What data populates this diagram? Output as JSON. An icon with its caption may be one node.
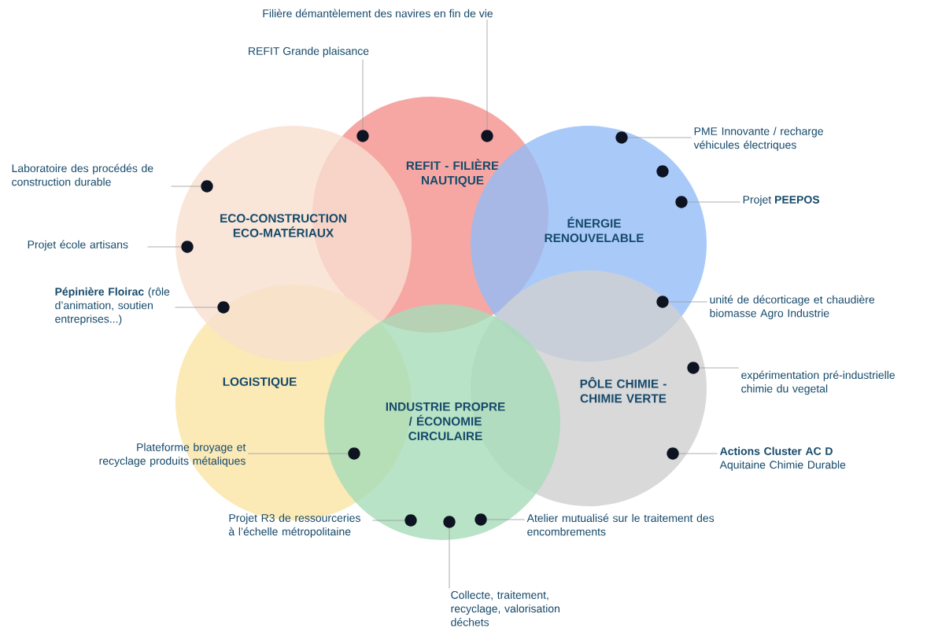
{
  "diagram": {
    "nodes": [
      {
        "text": [
          "ECO-CONSTRUCTION ECO-MATÉRIAUX"
        ]
      },
      {
        "text": [
          "REFIT - FILIÈRE NAUTIQUE"
        ]
      },
      {
        "text": [
          "ÉNERGIE RENOUVELABLE"
        ]
      },
      {
        "text": [
          "LOGISTIQUE"
        ]
      },
      {
        "text": [
          "INDUSTRIE PROPRE / ÉCONOMIE CIRCULAIRE"
        ]
      },
      {
        "text": [
          "PÔLE CHIMIE - CHIMIE VERTE"
        ]
      },
      {
        "text": [
          "Filière démantèlement des navires en fin de vie"
        ]
      },
      {
        "text": [],
        "shape": "circle",
        "in": 1
      },
      {
        "text": [
          "REFIT Grande plaisance"
        ]
      },
      {
        "text": [],
        "shape": "circle",
        "in": 1
      },
      {
        "text": [
          "Laboratoire des procédés de construction durable"
        ]
      },
      {
        "text": [],
        "shape": "circle",
        "in": 0
      },
      {
        "text": [
          "Projet école artisans"
        ]
      },
      {
        "text": [],
        "shape": "circle",
        "in": 0
      },
      {
        "text": [
          "**Pépinière Floirac** (rôle d’animation, soutien entreprises...)"
        ]
      },
      {
        "text": [],
        "shape": "circle",
        "in": 0
      },
      {
        "text": [
          "PME Innovante / recharge véhicules électriques"
        ]
      },
      {
        "text": [],
        "shape": "circle",
        "in": 2
      },
      {
        "text": [],
        "shape": "circle",
        "in": 2
      },
      {
        "text": [
          "Projet **PEEPOS**"
        ]
      },
      {
        "text": [],
        "shape": "circle",
        "in": 2
      },
      {
        "text": [
          "unité de décorticage et chaudière biomasse Agro Industrie"
        ]
      },
      {
        "text": [],
        "shape": "circle"
      },
      {
        "text": [
          "expérimentation pré-industrielle chimie du vegetal"
        ]
      },
      {
        "text": [],
        "shape": "circle",
        "in": 5
      },
      {
        "text": [
          "**Actions Cluster AC D** Aquitaine Chimie Durable"
        ]
      },
      {
        "text": [],
        "shape": "circle",
        "in": 5
      },
      {
        "text": [
          "Plateforme broyage et recyclage produits métaliques"
        ]
      },
      {
        "text": [],
        "shape": "circle"
      },
      {
        "text": [
          "Projet R3 de ressourceries à l’échelle métropolitaine"
        ]
      },
      {
        "text": [],
        "shape": "circle",
        "in": 4
      },
      {
        "text": [],
        "shape": "circle",
        "in": 4
      },
      {
        "text": [
          "Collecte, traitement, recyclage, valorisation déchets"
        ]
      },
      {
        "text": [],
        "shape": "circle",
        "in": 4
      },
      {
        "text": [
          "Atelier mutualisé sur le traitement des encombrements"
        ]
      }
    ],
    "edges": [
      {
        "from": 6,
        "to": 9,
        "arrow": "none"
      },
      {
        "from": 8,
        "to": 7,
        "arrow": "none"
      },
      {
        "from": 10,
        "to": 11,
        "arrow": "none"
      },
      {
        "from": 12,
        "to": 13,
        "arrow": "none"
      },
      {
        "from": 14,
        "to": 15,
        "arrow": "none"
      },
      {
        "from": 16,
        "to": 17,
        "arrow": "none"
      },
      {
        "from": 19,
        "to": 20,
        "arrow": "none"
      },
      {
        "from": 21,
        "to": 22,
        "arrow": "none"
      },
      {
        "from": 23,
        "to": 24,
        "arrow": "none"
      },
      {
        "from": 25,
        "to": 26,
        "arrow": "none"
      },
      {
        "from": 27,
        "to": 28,
        "arrow": "none"
      },
      {
        "from": 29,
        "to": 30,
        "arrow": "none"
      },
      {
        "from": 32,
        "to": 31,
        "arrow": "none"
      },
      {
        "from": 34,
        "to": 33,
        "arrow": "none"
      }
    ]
  }
}
